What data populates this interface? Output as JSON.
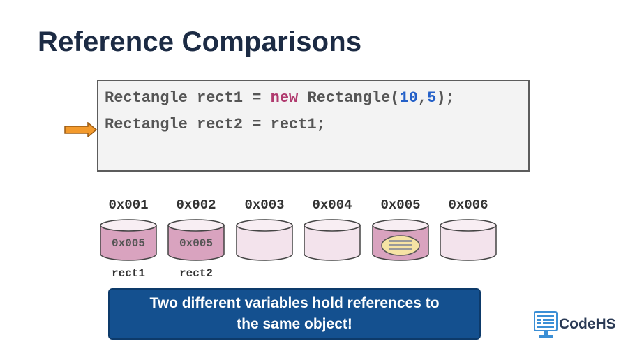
{
  "title": "Reference Comparisons",
  "code": {
    "line1": {
      "type": "Rectangle",
      "name": "rect1",
      "op": "=",
      "keyword": "new",
      "ctor": "Rectangle(",
      "arg1": "10",
      "comma": ",",
      "arg2": "5",
      "end": ");"
    },
    "line2": {
      "text": "Rectangle rect2 = rect1;"
    },
    "current_line_indicator": "line2"
  },
  "memory": [
    {
      "address": "0x001",
      "value": "0x005",
      "variable": "rect1",
      "filled": true
    },
    {
      "address": "0x002",
      "value": "0x005",
      "variable": "rect2",
      "filled": true
    },
    {
      "address": "0x003",
      "value": "",
      "variable": "",
      "filled": false
    },
    {
      "address": "0x004",
      "value": "",
      "variable": "",
      "filled": false
    },
    {
      "address": "0x005",
      "value": "",
      "variable": "",
      "filled": true,
      "holds_object": true
    },
    {
      "address": "0x006",
      "value": "",
      "variable": "",
      "filled": false
    }
  ],
  "banner": {
    "line1": "Two different variables hold references to",
    "line2": "the same object!"
  },
  "logo": {
    "text": "CodeHS"
  },
  "colors": {
    "title": "#1c2b44",
    "keyword": "#b03a6e",
    "number": "#2460c8",
    "banner": "#14508f",
    "arrow": "#f39a2c",
    "cylinder_filled": "#d9a3bf",
    "cylinder_empty": "#f3e3ec"
  }
}
